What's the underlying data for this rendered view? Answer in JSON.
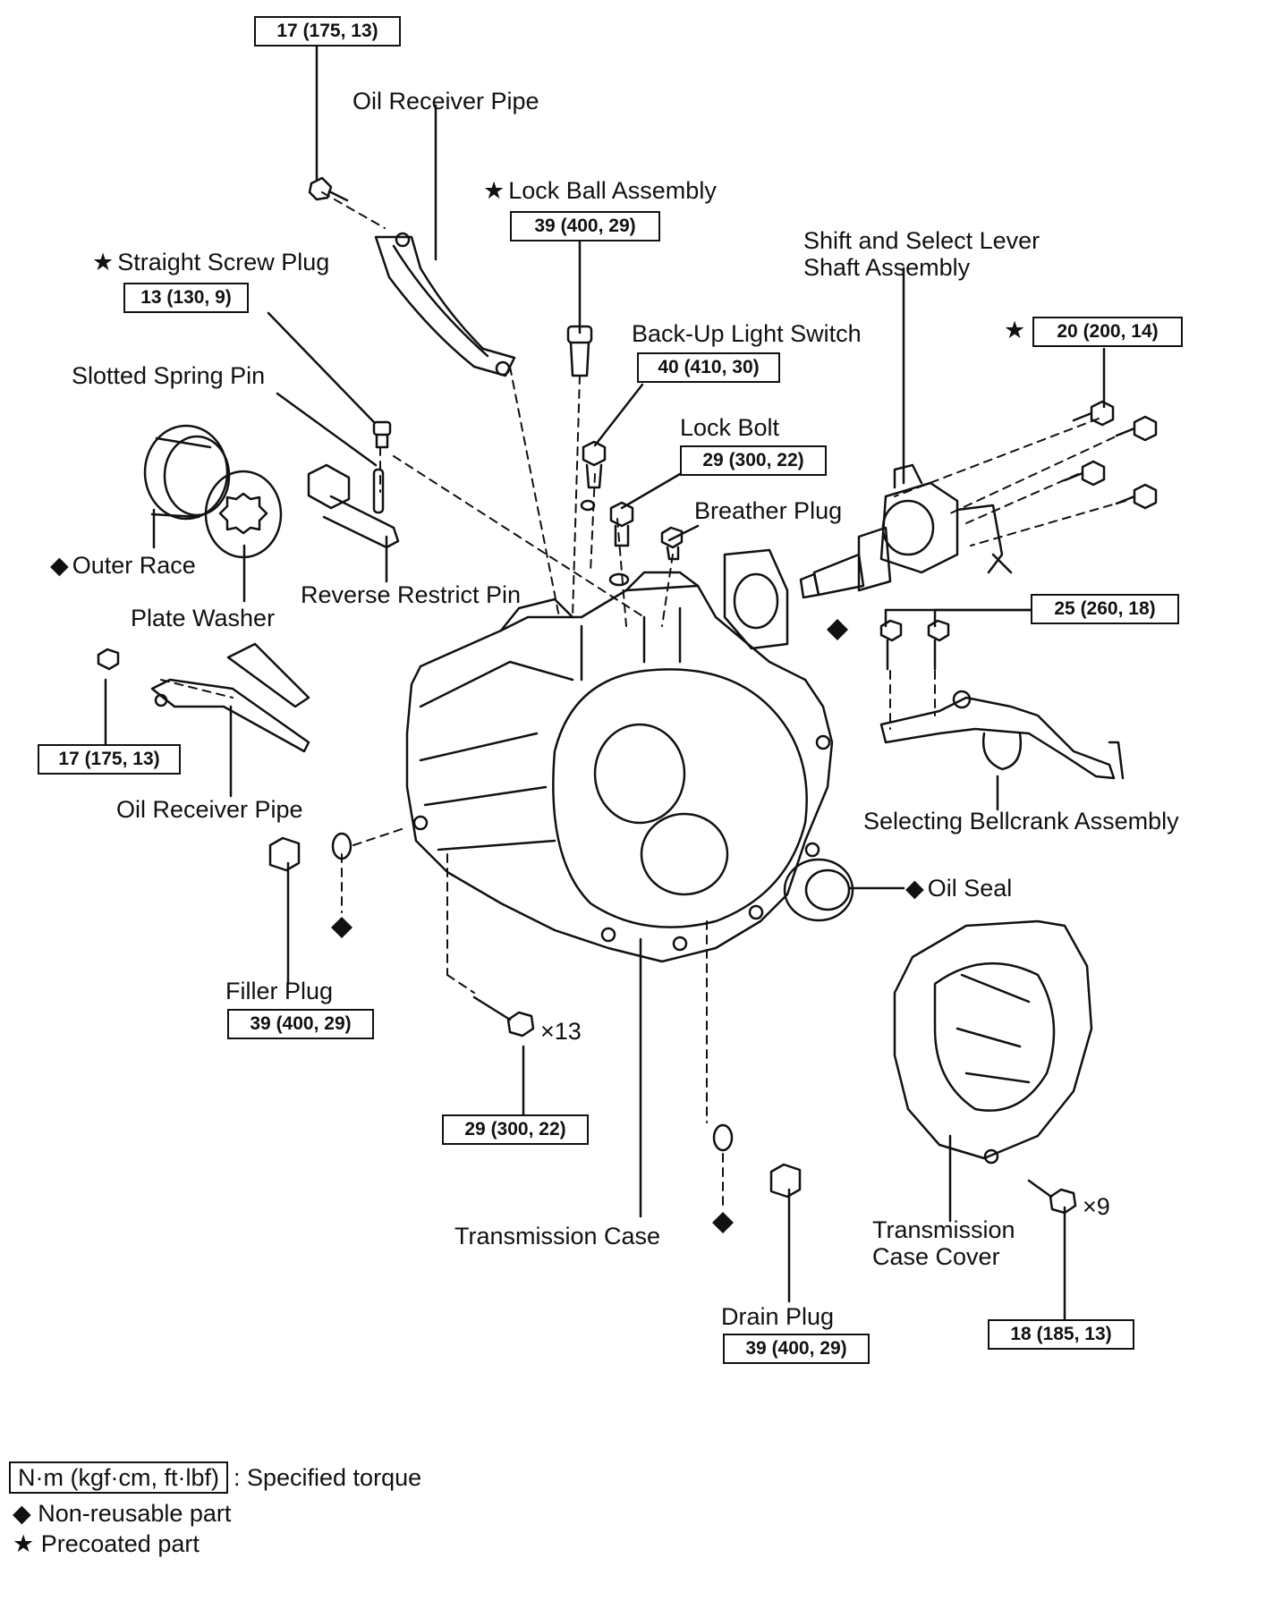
{
  "parts": {
    "oil_receiver_pipe_top": "Oil Receiver Pipe",
    "lock_ball_assembly": "Lock Ball Assembly",
    "straight_screw_plug": "Straight Screw Plug",
    "shift_select_lever_line1": "Shift and Select Lever",
    "shift_select_lever_line2": "Shaft Assembly",
    "back_up_light_switch": "Back-Up Light Switch",
    "slotted_spring_pin": "Slotted Spring Pin",
    "lock_bolt": "Lock Bolt",
    "breather_plug": "Breather Plug",
    "outer_race": "Outer Race",
    "reverse_restrict_pin": "Reverse Restrict Pin",
    "plate_washer": "Plate Washer",
    "oil_receiver_pipe_bottom": "Oil Receiver Pipe",
    "selecting_bellcrank": "Selecting Bellcrank Assembly",
    "oil_seal": "Oil Seal",
    "filler_plug": "Filler Plug",
    "transmission_case": "Transmission Case",
    "transmission_case_cover_line1": "Transmission",
    "transmission_case_cover_line2": "Case Cover",
    "drain_plug": "Drain Plug"
  },
  "torques": {
    "oil_receiver_pipe_top": "17 (175, 13)",
    "lock_ball_assembly": "39 (400, 29)",
    "straight_screw_plug": "13 (130, 9)",
    "back_up_light_switch": "40 (410, 30)",
    "shift_select_lever": "20 (200, 14)",
    "lock_bolt": "29 (300, 22)",
    "selecting_bellcrank": "25 (260, 18)",
    "oil_receiver_pipe_bottom": "17 (175, 13)",
    "filler_plug": "39 (400, 29)",
    "case_bolts": "29 (300, 22)",
    "drain_plug": "39 (400, 29)",
    "case_cover_bolts": "18 (185, 13)"
  },
  "quantities": {
    "case_bolts": "×13",
    "case_cover_bolts": "×9"
  },
  "legend": {
    "torque_unit": "N·m (kgf·cm, ft·lbf)",
    "torque_desc": ": Specified torque",
    "non_reusable": "Non-reusable part",
    "precoated": "Precoated part"
  },
  "symbols": {
    "non_reusable": "◆",
    "precoated": "★"
  }
}
